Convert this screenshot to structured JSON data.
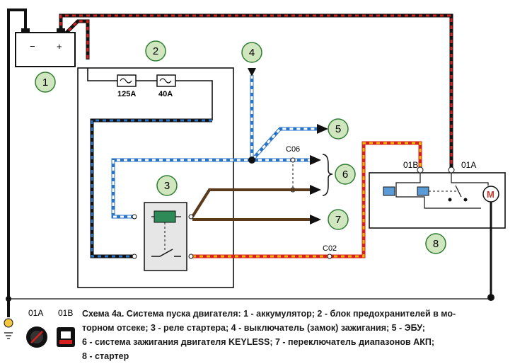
{
  "components": {
    "battery": {
      "id": "1",
      "minus": "−",
      "plus": "+"
    },
    "fuse_block": {
      "id": "2",
      "fuse1": "125A",
      "fuse2": "40A"
    },
    "relay": {
      "id": "3"
    },
    "ignition": {
      "id": "4"
    },
    "ecu": {
      "id": "5"
    },
    "keyless": {
      "id": "6"
    },
    "range_switch": {
      "id": "7"
    },
    "starter": {
      "id": "8"
    }
  },
  "connectors": {
    "c06": "C06",
    "c02": "C02",
    "p01b": "01B",
    "p01a": "01A"
  },
  "legend": {
    "l01a": "01A",
    "l01b": "01B"
  },
  "caption": {
    "line1": "Схема 4а. Система пуска двигателя: 1 - аккумулятор; 2 - блок предохранителей в мо-",
    "line2": "торном отсеке; 3 - реле стартера; 4 - выключатель (замок) зажигания; 5 - ЭБУ;",
    "line3": "6 - система зажигания двигателя KEYLESS; 7 - переключатель диапазонов АКП;",
    "line4": "8 - стартер"
  },
  "colors": {
    "circle_fill": "#cfe6bf",
    "circle_stroke": "#2e7d32",
    "wire_blue": "#2a74c8",
    "wire_red": "#d62020",
    "wire_yellow": "#f0b400",
    "wire_brown": "#5a3a1a",
    "relay_coil": "#2e8b57",
    "starter_motor": "#c0392b"
  }
}
